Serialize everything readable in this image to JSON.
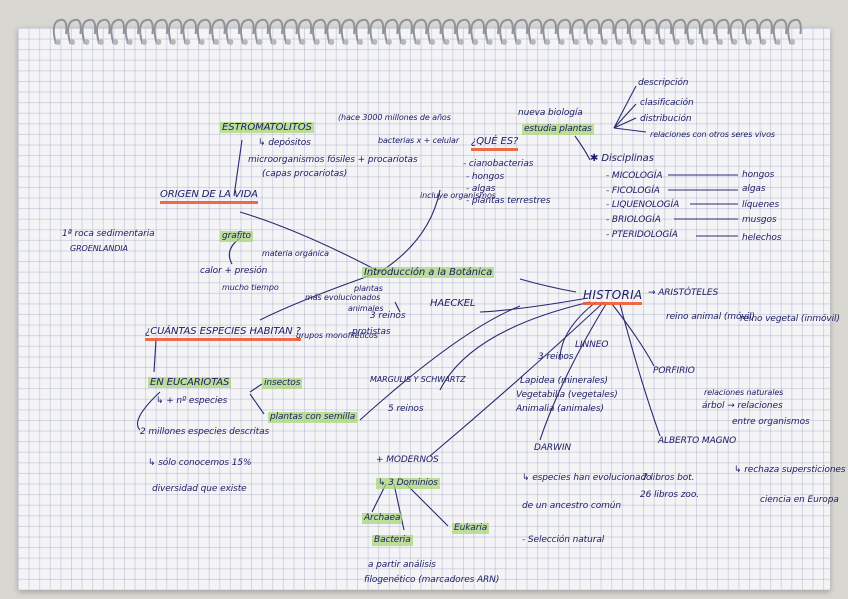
{
  "photo": {
    "nodes": [
      {
        "id": "estromatolitos",
        "text": "ESTROMATOLITOS",
        "hl": true
      },
      {
        "id": "depositos",
        "text": "↳ depósitos"
      },
      {
        "id": "microorg",
        "text": "microorganismos fósiles + procariotas"
      },
      {
        "id": "capas",
        "text": "(capas procariotas)"
      },
      {
        "id": "hace3000",
        "text": "(hace 3000 millones de años"
      },
      {
        "id": "baterias",
        "text": "bacterias x + celular"
      },
      {
        "id": "origen",
        "text": "ORIGEN DE LA VIDA",
        "ol": true
      },
      {
        "id": "roca",
        "text": "1ª roca sedimentaria"
      },
      {
        "id": "groenlandia",
        "text": "GROENLANDIA"
      },
      {
        "id": "grafito",
        "text": "grafito",
        "hl": true
      },
      {
        "id": "materia",
        "text": "materia orgánica"
      },
      {
        "id": "calor",
        "text": "calor + presión"
      },
      {
        "id": "mucho",
        "text": "mucho tiempo"
      },
      {
        "id": "quees",
        "text": "¿QUÉ ES?",
        "ol": true
      },
      {
        "id": "nuevabio",
        "text": "nueva biología"
      },
      {
        "id": "estudia",
        "text": "estudia plantas",
        "hl": true
      },
      {
        "id": "descripcion",
        "text": "descripción"
      },
      {
        "id": "clasificacion",
        "text": "clasificación"
      },
      {
        "id": "distribucion",
        "text": "distribución"
      },
      {
        "id": "relaciones",
        "text": "relaciones con otros seres vivos"
      },
      {
        "id": "cianobacterias",
        "text": "- cianobacterias"
      },
      {
        "id": "hongos",
        "text": "- hongos"
      },
      {
        "id": "algas",
        "text": "- algas"
      },
      {
        "id": "plterr",
        "text": "- plantas terrestres"
      },
      {
        "id": "incluye",
        "text": "incluye organismos"
      },
      {
        "id": "disciplinas",
        "text": "✱ Disciplinas"
      },
      {
        "id": "micologia",
        "text": "- MICOLOGÍA"
      },
      {
        "id": "ficologia",
        "text": "- FICOLOGÍA"
      },
      {
        "id": "liquenologia",
        "text": "- LIQUENOLOGÍA"
      },
      {
        "id": "briologia",
        "text": "- BRIOLOGÍA"
      },
      {
        "id": "pteridologia",
        "text": "- PTERIDOLOGÍA"
      },
      {
        "id": "d_hongos",
        "text": "hongos"
      },
      {
        "id": "d_algas",
        "text": "algas"
      },
      {
        "id": "d_liquenes",
        "text": "líquenes"
      },
      {
        "id": "d_musgos",
        "text": "musgos"
      },
      {
        "id": "d_helechos",
        "text": "helechos"
      },
      {
        "id": "intro",
        "text": "Introducción a la Botánica",
        "hl": true
      },
      {
        "id": "historia",
        "text": "HISTORIA",
        "ol": true,
        "big": true
      },
      {
        "id": "aristoteles",
        "text": "→ ARISTÓTELES"
      },
      {
        "id": "reinoanimal",
        "text": "reino animal (móvil)"
      },
      {
        "id": "reinovegetal",
        "text": "reino vegetal (inmóvil)"
      },
      {
        "id": "haeckel",
        "text": "HAECKEL"
      },
      {
        "id": "reinos3",
        "text": "3 reinos"
      },
      {
        "id": "plantas",
        "text": "plantas"
      },
      {
        "id": "animales",
        "text": "animales"
      },
      {
        "id": "protistas",
        "text": "protistas"
      },
      {
        "id": "masevol",
        "text": "más evolucionados"
      },
      {
        "id": "grupos",
        "text": "grupos monofiléticos"
      },
      {
        "id": "cuantas",
        "text": "¿CUÁNTAS ESPECIES HABITAN ?",
        "ol": true
      },
      {
        "id": "eucariotas",
        "text": "EN EUCARIOTAS",
        "hl": true
      },
      {
        "id": "nesp",
        "text": "↳ + nº especies"
      },
      {
        "id": "insectos",
        "text": "insectos",
        "hl": true
      },
      {
        "id": "plsemilla",
        "text": "plantas con semilla",
        "hl": true
      },
      {
        "id": "millones",
        "text": "2 millones especies descritas"
      },
      {
        "id": "soloconoc",
        "text": "↳ sólo conocemos 15%"
      },
      {
        "id": "diversidad",
        "text": "diversidad que existe"
      },
      {
        "id": "linneo",
        "text": "LINNEO"
      },
      {
        "id": "lin3",
        "text": "3 reinos"
      },
      {
        "id": "lapidea",
        "text": "Lapidea (minerales)"
      },
      {
        "id": "vegetabilia",
        "text": "Vegetabilia (vegetales)"
      },
      {
        "id": "animalia",
        "text": "Animalia (animales)"
      },
      {
        "id": "margulis",
        "text": "MARGULIS Y SCHWARTZ"
      },
      {
        "id": "reinos5",
        "text": "5 reinos"
      },
      {
        "id": "porfirio",
        "text": "PORFIRIO"
      },
      {
        "id": "relnat",
        "text": "relaciones naturales"
      },
      {
        "id": "arbol",
        "text": "árbol → relaciones"
      },
      {
        "id": "entreorg",
        "text": "entre organismos"
      },
      {
        "id": "alberto",
        "text": "ALBERTO MAGNO"
      },
      {
        "id": "libros",
        "text": "7 libros bot."
      },
      {
        "id": "libros2",
        "text": "26 libros zoo."
      },
      {
        "id": "rechaza",
        "text": "↳ rechaza supersticiones"
      },
      {
        "id": "ciencia",
        "text": "ciencia en Europa"
      },
      {
        "id": "modernos",
        "text": "+ MODERNOS"
      },
      {
        "id": "dominios",
        "text": "↳ 3 Dominios",
        "hl": true
      },
      {
        "id": "archaea",
        "text": "Archaea",
        "hl": true
      },
      {
        "id": "bacteria",
        "text": "Bacteria",
        "hl": true
      },
      {
        "id": "eukaria",
        "text": "Eukaria",
        "hl": true
      },
      {
        "id": "darwin",
        "text": "DARWIN"
      },
      {
        "id": "especies",
        "text": "↳ especies han evolucionado"
      },
      {
        "id": "ancestro",
        "text": "de un ancestro común"
      },
      {
        "id": "seleccion",
        "text": "- Selección natural"
      },
      {
        "id": "analisis",
        "text": "a partir análisis"
      },
      {
        "id": "filogen",
        "text": "filogenético (marcadores ARN)"
      }
    ]
  }
}
